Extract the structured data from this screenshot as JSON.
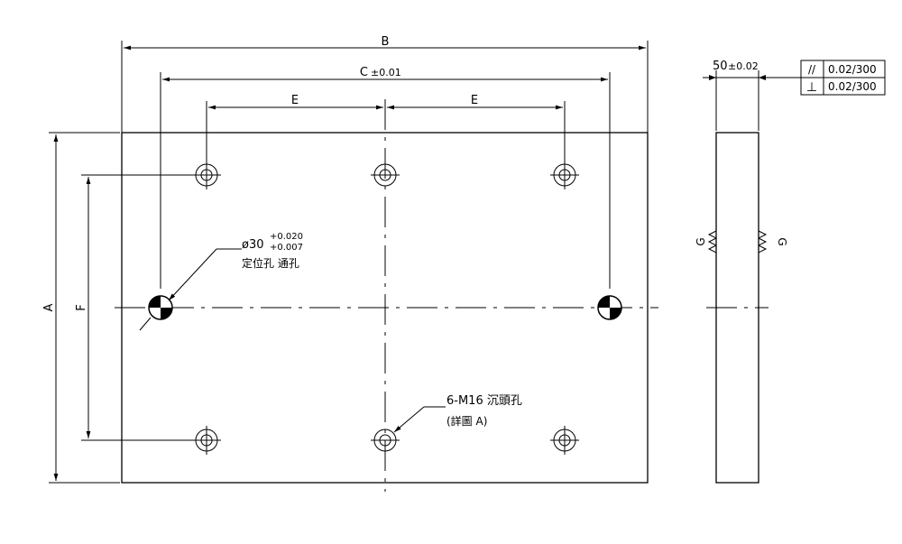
{
  "dimensions": {
    "overall_width": "B",
    "locating_hole_spacing": "C",
    "locating_hole_tolerance": "±0.01",
    "bolt_spacing_left": "E",
    "bolt_spacing_right": "E",
    "overall_height": "A",
    "bolt_row_spacing": "F",
    "thickness": "50",
    "thickness_tolerance": "±0.02"
  },
  "locating_hole": {
    "diameter_symbol": "ø30",
    "upper_tolerance": "+0.020",
    "lower_tolerance": "+0.007",
    "description": "定位孔  通孔"
  },
  "bolt_holes": {
    "callout": "6-M16  沉頭孔",
    "detail_ref": "(詳圖 A)"
  },
  "geometric_tolerances": [
    {
      "symbol": "//",
      "value": "0.02/300"
    },
    {
      "symbol": "⊥",
      "value": "0.02/300"
    }
  ],
  "surface_finish": {
    "left_label": "G",
    "right_label": "G"
  }
}
